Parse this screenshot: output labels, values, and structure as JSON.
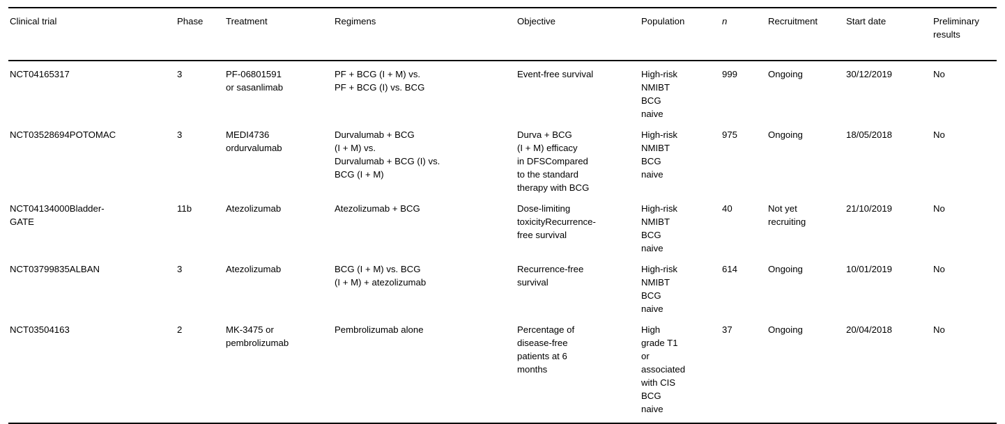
{
  "table": {
    "caption": "",
    "columns": [
      {
        "key": "clinical_trial",
        "label": "Clinical trial"
      },
      {
        "key": "phase",
        "label": "Phase"
      },
      {
        "key": "treatment",
        "label": "Treatment"
      },
      {
        "key": "regimens",
        "label": "Regimens"
      },
      {
        "key": "objective",
        "label": "Objective"
      },
      {
        "key": "population",
        "label": "Population"
      },
      {
        "key": "n",
        "label": "n"
      },
      {
        "key": "recruitment",
        "label": "Recruitment"
      },
      {
        "key": "start_date",
        "label": "Start date"
      },
      {
        "key": "preliminary_results",
        "label": "Preliminary results"
      }
    ],
    "rows": [
      {
        "clinical_trial": [
          "NCT04165317"
        ],
        "phase": "3",
        "treatment": [
          "PF-06801591",
          "or sasanlimab"
        ],
        "regimens": [
          "PF + BCG (I + M) vs.",
          "PF + BCG (I) vs. BCG"
        ],
        "objective": [
          "Event-free survival"
        ],
        "population": [
          "High-risk",
          "NMIBT",
          "BCG",
          "naive"
        ],
        "n": "999",
        "recruitment": [
          "Ongoing"
        ],
        "start_date": "30/12/2019",
        "preliminary_results": "No"
      },
      {
        "clinical_trial": [
          "NCT03528694POTOMAC"
        ],
        "phase": "3",
        "treatment": [
          "MEDI4736",
          "ordurvalumab"
        ],
        "regimens": [
          "Durvalumab + BCG",
          "(I + M) vs.",
          "Durvalumab + BCG (I) vs.",
          "BCG (I + M)"
        ],
        "objective": [
          "Durva + BCG",
          "(I + M) efficacy",
          "in DFSCompared",
          "to the standard",
          "therapy with BCG"
        ],
        "population": [
          "High-risk",
          "NMIBT",
          "BCG",
          "naive"
        ],
        "n": "975",
        "recruitment": [
          "Ongoing"
        ],
        "start_date": "18/05/2018",
        "preliminary_results": "No"
      },
      {
        "clinical_trial": [
          "NCT04134000Bladder-",
          "GATE"
        ],
        "phase": "11b",
        "treatment": [
          "Atezolizumab"
        ],
        "regimens": [
          "Atezolizumab + BCG"
        ],
        "objective": [
          "Dose-limiting",
          "toxicityRecurrence-",
          "free survival"
        ],
        "population": [
          "High-risk",
          "NMIBT",
          "BCG",
          "naive"
        ],
        "n": "40",
        "recruitment": [
          "Not yet",
          "recruiting"
        ],
        "start_date": "21/10/2019",
        "preliminary_results": "No"
      },
      {
        "clinical_trial": [
          "NCT03799835ALBAN"
        ],
        "phase": "3",
        "treatment": [
          "Atezolizumab"
        ],
        "regimens": [
          "BCG (I + M) vs. BCG",
          "(I + M) + atezolizumab"
        ],
        "objective": [
          "Recurrence-free",
          "survival"
        ],
        "population": [
          "High-risk",
          "NMIBT",
          "BCG",
          "naive"
        ],
        "n": "614",
        "recruitment": [
          "Ongoing"
        ],
        "start_date": "10/01/2019",
        "preliminary_results": "No"
      },
      {
        "clinical_trial": [
          "NCT03504163"
        ],
        "phase": "2",
        "treatment": [
          "MK-3475 or",
          "pembrolizumab"
        ],
        "regimens": [
          "Pembrolizumab alone"
        ],
        "objective": [
          "Percentage of",
          "disease-free",
          "patients at 6",
          "months"
        ],
        "population": [
          "High",
          "grade T1",
          "or",
          "associated",
          "with CIS",
          "BCG",
          "naive"
        ],
        "n": "37",
        "recruitment": [
          "Ongoing"
        ],
        "start_date": "20/04/2018",
        "preliminary_results": "No"
      }
    ]
  },
  "style": {
    "text_color": "#000000",
    "rule_color": "#000000",
    "background": "#ffffff"
  }
}
